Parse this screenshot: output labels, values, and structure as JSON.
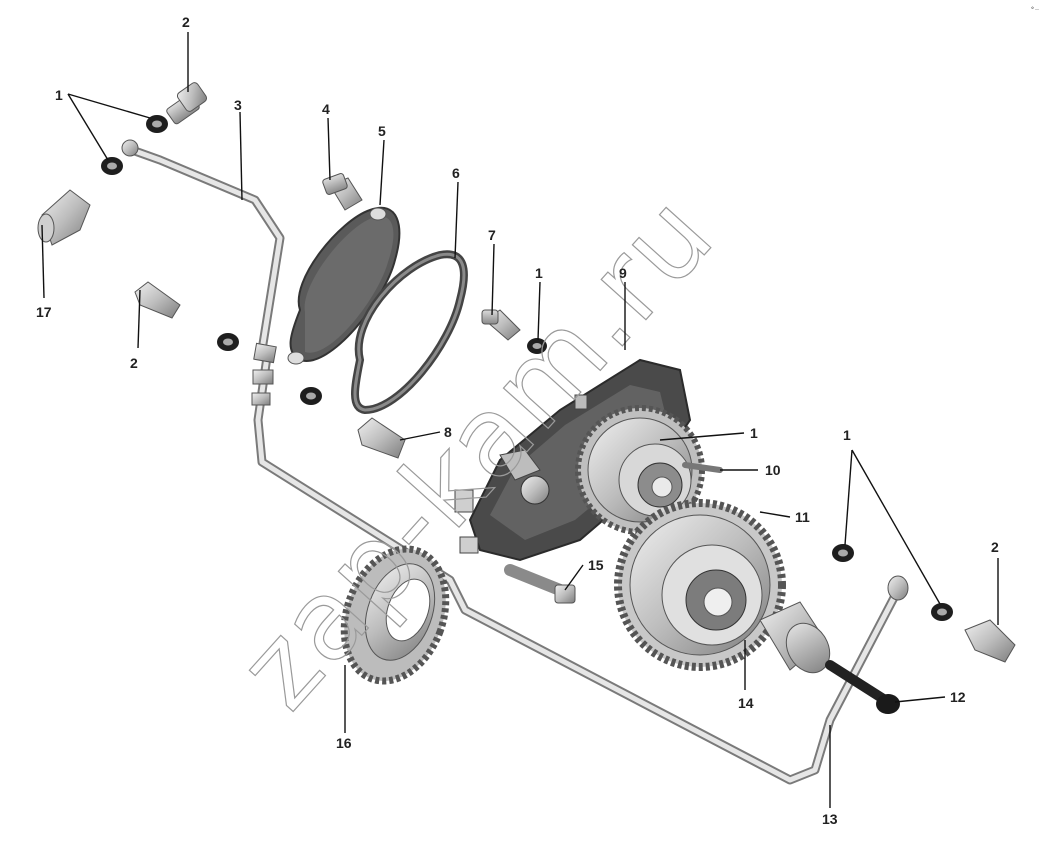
{
  "watermark": "zap-kam.ru",
  "corner_mark": "⚬‥",
  "callouts": {
    "c1a": "1",
    "c1b": "1",
    "c1c": "1",
    "c1d": "1",
    "c2a": "2",
    "c2b": "2",
    "c2c": "2",
    "c3": "3",
    "c4": "4",
    "c5": "5",
    "c6": "6",
    "c7": "7",
    "c8": "8",
    "c9": "9",
    "c10": "10",
    "c11": "11",
    "c12": "12",
    "c13": "13",
    "c14": "14",
    "c15": "15",
    "c16": "16",
    "c17": "17"
  }
}
